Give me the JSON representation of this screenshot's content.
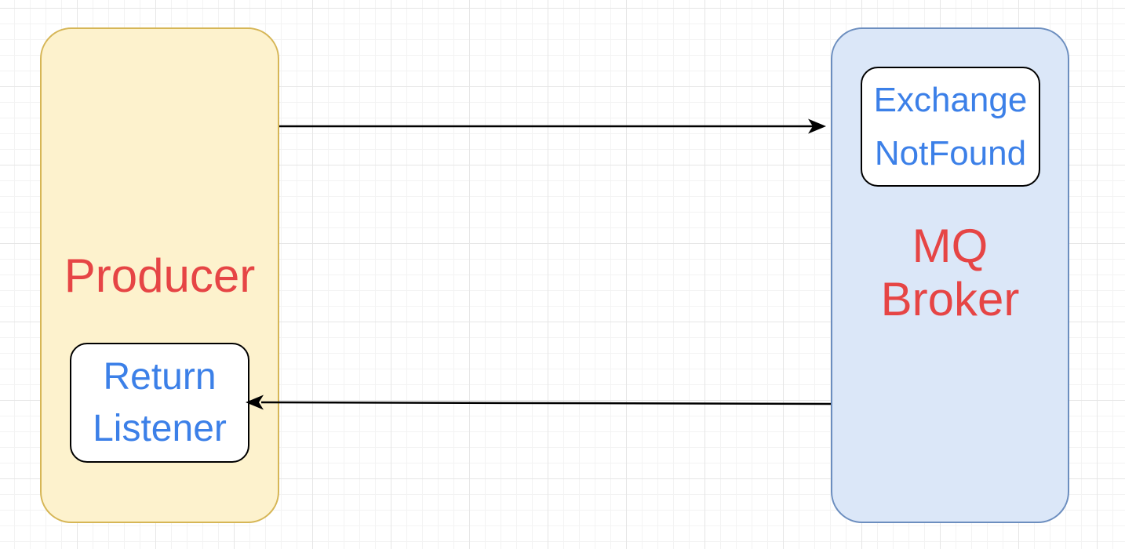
{
  "colors": {
    "producer_fill": "#fdf2cd",
    "producer_stroke": "#d6b656",
    "broker_fill": "#dbe7f8",
    "broker_stroke": "#6c8ebf",
    "title_text": "#e64545",
    "inner_text": "#3c80e8",
    "arrow": "#000000"
  },
  "producer": {
    "title": "Producer",
    "listener": {
      "line1": "Return",
      "line2": "Listener"
    }
  },
  "broker": {
    "title_line1": "MQ",
    "title_line2": "Broker",
    "exchange": {
      "line1": "Exchange",
      "line2": "NotFound"
    }
  }
}
